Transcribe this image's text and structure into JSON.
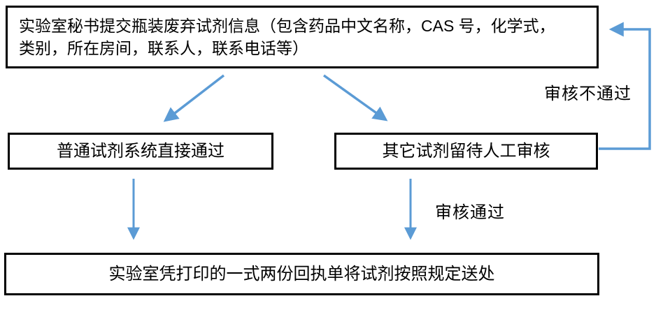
{
  "colors": {
    "arrow": "#5b9bd5",
    "border": "#000000",
    "text": "#000000",
    "background": "#ffffff"
  },
  "nodes": {
    "top": {
      "lines": [
        "实验室秘书提交瓶装废弃试剂信息（包含药品中文名称，CAS 号，化学式，",
        "类别，所在房间，联系人，联系电话等）"
      ]
    },
    "left": {
      "label": "普通试剂系统直接通过"
    },
    "right": {
      "label": "其它试剂留待人工审核"
    },
    "bottom": {
      "label": "实验室凭打印的一式两份回执单将试剂按照规定送处"
    }
  },
  "edges": {
    "reject_label": "审核不通过",
    "approve_label": "审核通过"
  }
}
